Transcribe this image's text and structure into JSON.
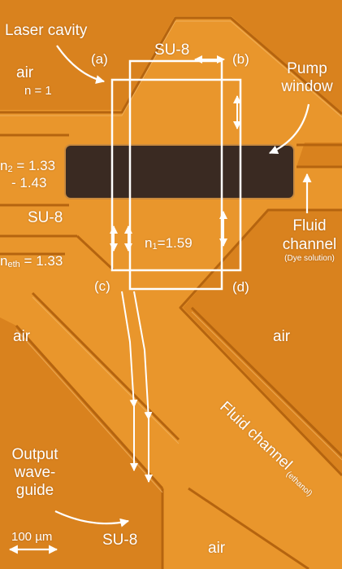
{
  "colors": {
    "substrate": "#d9821e",
    "su8": "#e9962c",
    "groove": "#b5640f",
    "highlight": "#f1b565",
    "cavity": "#3a2a22",
    "annotation": "#ffffff"
  },
  "labels": {
    "laser_cavity": "Laser cavity",
    "corner_a": "(a)",
    "corner_b": "(b)",
    "corner_c": "(c)",
    "corner_d": "(d)",
    "su8_top": "SU-8",
    "pump": "Pump",
    "window": "window",
    "air_top": "air",
    "n_air": "n = 1",
    "n2_line1": "1.33",
    "n2_line2": "- 1.43",
    "su8_mid": "SU-8",
    "neth_value": "1.33",
    "n1_value": "1.59",
    "fluid": "Fluid",
    "channel": "channel",
    "dye_solution": "(Dye solution)",
    "air_left": "air",
    "air_right": "air",
    "fluid_channel": "Fluid channel",
    "ethanol": "(ethanol)",
    "output": "Output",
    "wave": "wave-",
    "guide": "guide",
    "scale_bar": "100 µm",
    "su8_bottom": "SU-8",
    "air_bottom": "air"
  }
}
